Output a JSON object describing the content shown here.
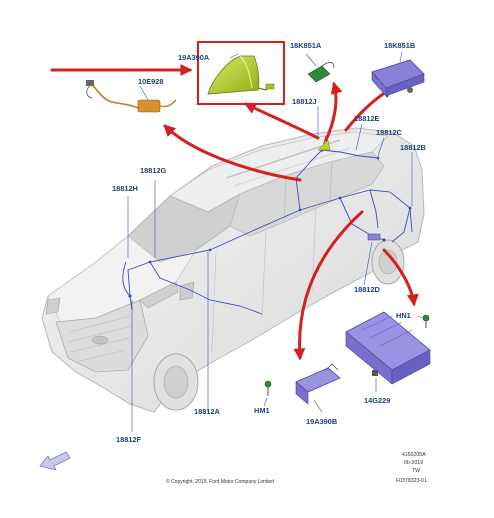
{
  "diagram": {
    "labels": {
      "l_19A390A": "19A390A",
      "l_18K851A": "18K851A",
      "l_18K851B": "18K851B",
      "l_10E928": "10E928",
      "l_18812J": "18812J",
      "l_18812E": "18812E",
      "l_18812C": "18812C",
      "l_18812B": "18812B",
      "l_18812G": "18812G",
      "l_18812H": "18812H",
      "l_18812D": "18812D",
      "l_HN1": "HN1",
      "l_14G229": "14G229",
      "l_HM1": "HM1",
      "l_19A390B": "19A390B",
      "l_18812A": "18812A",
      "l_18812F": "18812F"
    },
    "footer": {
      "copyright": "© Copyright, 2019, Ford Motor Company Limited",
      "ref_line1": "4150205A",
      "ref_line2": "0b-2019",
      "ref_line3": "TW",
      "ref_line4": "F0378323-01"
    },
    "colors": {
      "callout_red": "#d42020",
      "label_blue": "#1f3f7a",
      "harness_blue": "#3a4fb0",
      "highlight_box": "#d42020",
      "antenna_green": "#b8d22a",
      "module_purple": "#8a80d8"
    }
  }
}
